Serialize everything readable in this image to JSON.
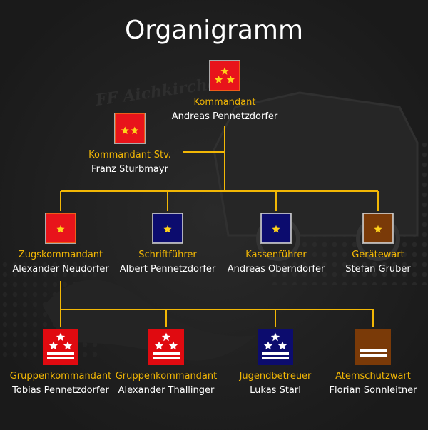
{
  "title": "Organigramm",
  "watermark": "FF Aichkirchen",
  "colors": {
    "line": "#f2b705",
    "red": "#e8141b",
    "red_badge": "#e00a10",
    "blue": "#0c0c6e",
    "brown": "#7a3a08",
    "star": "#ffd21a",
    "white_star": "#ffffff",
    "role_text": "#f2b705",
    "name_text": "#ffffff"
  },
  "nodes": [
    {
      "id": "kommandant",
      "role": "Kommandant",
      "name": "Andreas Pennetzdorfer",
      "badge": "red",
      "stars": 3,
      "star_color": "star",
      "icon": "three-star-rank-badge-icon"
    },
    {
      "id": "kommandant-stv",
      "role": "Kommandant-Stv.",
      "name": "Franz Sturbmayr",
      "badge": "red",
      "stars": 2,
      "star_color": "star",
      "icon": "two-star-rank-badge-icon"
    },
    {
      "id": "zugskommandant",
      "role": "Zugskommandant",
      "name": "Alexander Neudorfer",
      "badge": "red",
      "stars": 1,
      "star_color": "star",
      "icon": "one-star-rank-badge-icon"
    },
    {
      "id": "schriftfuehrer",
      "role": "Schriftführer",
      "name": "Albert Pennetzdorfer",
      "badge": "blue",
      "stars": 1,
      "star_color": "star",
      "icon": "one-star-rank-badge-icon"
    },
    {
      "id": "kassenfuehrer",
      "role": "Kassenführer",
      "name": "Andreas Oberndorfer",
      "badge": "blue",
      "stars": 1,
      "star_color": "star",
      "icon": "one-star-rank-badge-icon"
    },
    {
      "id": "geraetewart",
      "role": "Gerätewart",
      "name": "Stefan Gruber",
      "badge": "brown",
      "stars": 1,
      "star_color": "star",
      "icon": "one-star-rank-badge-icon"
    },
    {
      "id": "gruppenkommandant-1",
      "role": "Gruppenkommandant",
      "name": "Tobias Pennetzdorfer",
      "badge": "red_badge",
      "stars": 3,
      "star_color": "white_star",
      "bar": true,
      "icon": "three-star-bar-badge-icon"
    },
    {
      "id": "gruppenkommandant-2",
      "role": "Gruppenkommandant",
      "name": "Alexander Thallinger",
      "badge": "red_badge",
      "stars": 3,
      "star_color": "white_star",
      "bar": true,
      "icon": "three-star-bar-badge-icon"
    },
    {
      "id": "jugendbetreuer",
      "role": "Jugendbetreuer",
      "name": "Lukas Starl",
      "badge": "blue",
      "stars": 3,
      "star_color": "white_star",
      "bar": true,
      "icon": "three-star-bar-badge-icon"
    },
    {
      "id": "atemschutzwart",
      "role": "Atemschutzwart",
      "name": "Florian Sonnleitner",
      "badge": "brown",
      "stars": 0,
      "star_color": "white_star",
      "bar": true,
      "icon": "bar-badge-icon"
    }
  ]
}
